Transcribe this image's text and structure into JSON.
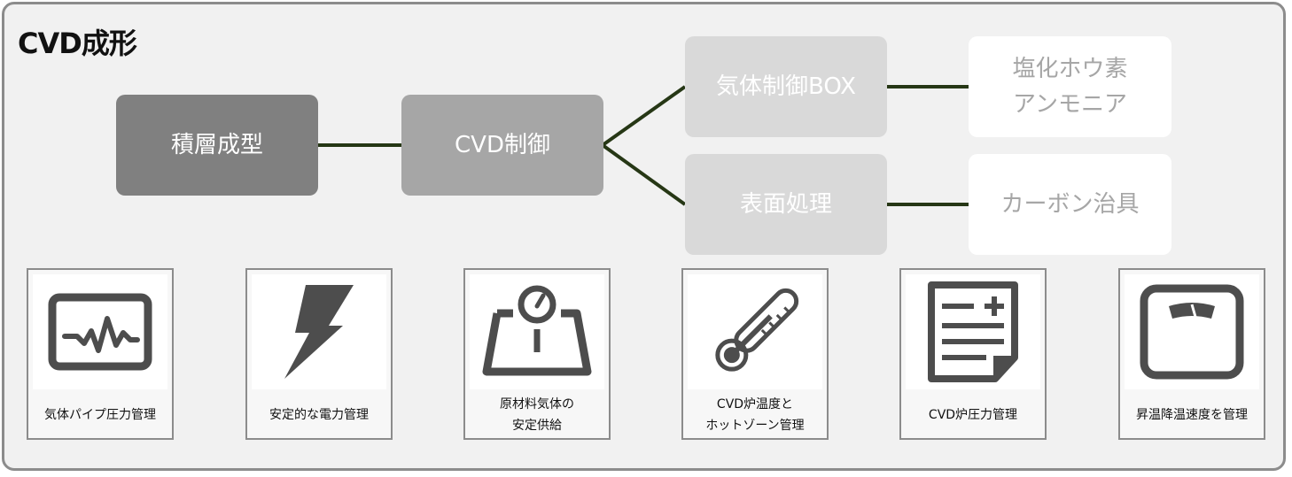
{
  "title": "CVD成形",
  "nodes": {
    "sekiso": "積層成型",
    "cvd_control": "CVD制御",
    "gas_box": "気体制御BOX",
    "surface": "表面処理",
    "gases": "塩化ホウ素\nアンモニア",
    "carbon": "カーボン治具"
  },
  "cards": [
    {
      "label": "気体パイプ圧力管理",
      "icon": "monitor-pulse-icon"
    },
    {
      "label": "安定的な電力管理",
      "icon": "lightning-bolt-icon"
    },
    {
      "label": "原材料気体の\n安定供給",
      "icon": "gauge-tray-icon"
    },
    {
      "label": "CVD炉温度と\nホットゾーン管理",
      "icon": "thermometer-icon"
    },
    {
      "label": "CVD炉圧力管理",
      "icon": "document-plus-minus-icon"
    },
    {
      "label": "昇温降温速度を管理",
      "icon": "scale-icon"
    }
  ],
  "colors": {
    "connector": "#263715",
    "dark_box": "#808080",
    "mid_box": "#a6a6a6",
    "light_box": "#d9d9d9",
    "icon": "#4d4d4d"
  }
}
